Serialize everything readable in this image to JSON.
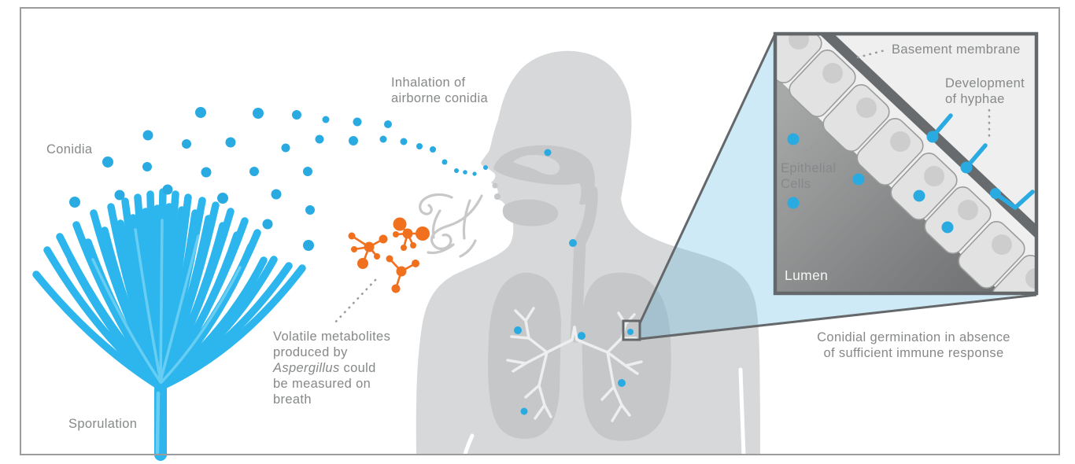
{
  "figure": {
    "labels": {
      "conidia": "Conidia",
      "sporulation": "Sporulation",
      "inhalation_line1": "Inhalation of",
      "inhalation_line2": "airborne conidia",
      "volatile_line1": "Volatile metabolites",
      "volatile_line2": "produced by",
      "volatile_line3_italic": "Aspergillus",
      "volatile_line3_rest": " could",
      "volatile_line4": "be measured on",
      "volatile_line5": "breath",
      "basement_membrane": "Basement membrane",
      "development_line1": "Development",
      "development_line2": "of hyphae",
      "epithelial_line1": "Epithelial",
      "epithelial_line2": "Cells",
      "lumen": "Lumen",
      "caption_line1": "Conidial germination in absence",
      "caption_line2": "of sufficient immune response"
    },
    "icons": {
      "sporulation_structure": "aspergillus-conidiophore",
      "molecules": "volatile-metabolite-molecules",
      "swirls": "exhaled-breath-swirls",
      "silhouette": "human-profile-with-lungs",
      "inset": "airway-epithelium-zoom-panel"
    },
    "colors": {
      "conidia_blue": "#29ABE2",
      "fungus_blue": "#2CB6ED",
      "fungus_highlight": "#6FD0F4",
      "metabolite_orange": "#F0701E",
      "body_gray": "#D7D8D9",
      "organ_gray": "#C5C7C8",
      "bronchi_gray": "#EDEEEE",
      "swirl_gray": "#C8C8C8",
      "label_gray": "#868889",
      "frame_gray": "#9A9C9D",
      "inset_border": "#64686A",
      "inset_bg": "#EFEFEF",
      "cell_fill": "#E2E2E2",
      "cell_stroke": "#9A9C9D",
      "nucleus_gray": "#CDCDCD",
      "membrane_gray": "#676B6D",
      "lumen_light": "#A7A8A8",
      "lumen_dark": "#6F7172",
      "lumen_text": "#F5F5F5",
      "cone_fill": "rgba(84,178,226,0.28)",
      "leader_gray": "#9B9B9B"
    }
  }
}
